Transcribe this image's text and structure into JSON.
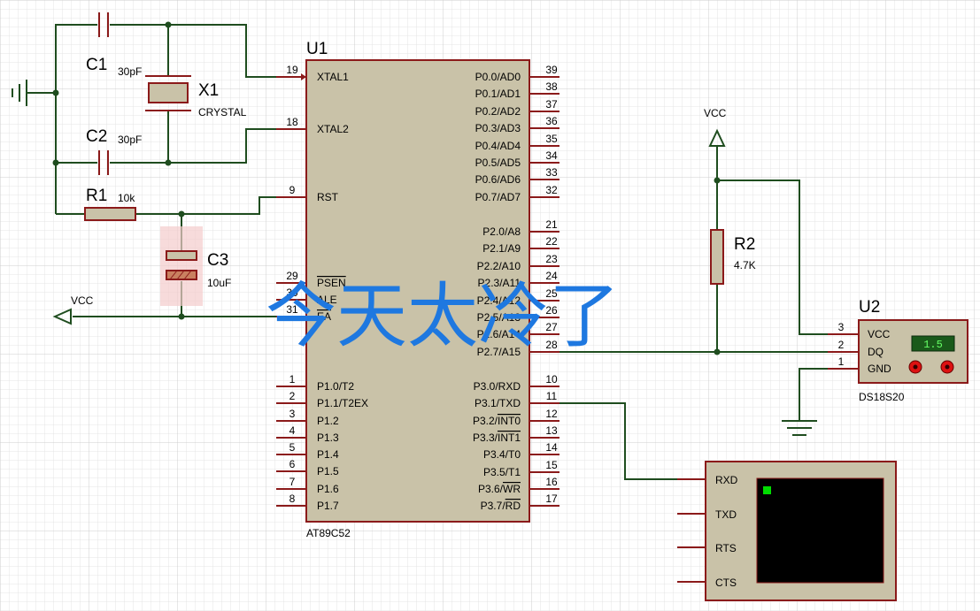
{
  "overlay_text": "今天太冷了",
  "mcu": {
    "ref": "U1",
    "part": "AT89C52",
    "left_pins": [
      {
        "num": "19",
        "name": "XTAL1"
      },
      {
        "num": "18",
        "name": "XTAL2"
      },
      {
        "num": "9",
        "name": "RST"
      },
      {
        "num": "29",
        "name": "PSEN"
      },
      {
        "num": "30",
        "name": "ALE"
      },
      {
        "num": "31",
        "name": "EA"
      },
      {
        "num": "1",
        "name": "P1.0/T2"
      },
      {
        "num": "2",
        "name": "P1.1/T2EX"
      },
      {
        "num": "3",
        "name": "P1.2"
      },
      {
        "num": "4",
        "name": "P1.3"
      },
      {
        "num": "5",
        "name": "P1.4"
      },
      {
        "num": "6",
        "name": "P1.5"
      },
      {
        "num": "7",
        "name": "P1.6"
      },
      {
        "num": "8",
        "name": "P1.7"
      }
    ],
    "right_pins": [
      {
        "num": "39",
        "name": "P0.0/AD0"
      },
      {
        "num": "38",
        "name": "P0.1/AD1"
      },
      {
        "num": "37",
        "name": "P0.2/AD2"
      },
      {
        "num": "36",
        "name": "P0.3/AD3"
      },
      {
        "num": "35",
        "name": "P0.4/AD4"
      },
      {
        "num": "34",
        "name": "P0.5/AD5"
      },
      {
        "num": "33",
        "name": "P0.6/AD6"
      },
      {
        "num": "32",
        "name": "P0.7/AD7"
      },
      {
        "num": "21",
        "name": "P2.0/A8"
      },
      {
        "num": "22",
        "name": "P2.1/A9"
      },
      {
        "num": "23",
        "name": "P2.2/A10"
      },
      {
        "num": "24",
        "name": "P2.3/A11"
      },
      {
        "num": "25",
        "name": "P2.4/A12"
      },
      {
        "num": "26",
        "name": "P2.5/A13"
      },
      {
        "num": "27",
        "name": "P2.6/A14"
      },
      {
        "num": "28",
        "name": "P2.7/A15"
      },
      {
        "num": "10",
        "name": "P3.0/RXD"
      },
      {
        "num": "11",
        "name": "P3.1/TXD"
      },
      {
        "num": "12",
        "name": "P3.2/INT0"
      },
      {
        "num": "13",
        "name": "P3.3/INT1"
      },
      {
        "num": "14",
        "name": "P3.4/T0"
      },
      {
        "num": "15",
        "name": "P3.5/T1"
      },
      {
        "num": "16",
        "name": "P3.6/WR"
      },
      {
        "num": "17",
        "name": "P3.7/RD"
      }
    ]
  },
  "components": {
    "c1": {
      "ref": "C1",
      "value": "30pF"
    },
    "c2": {
      "ref": "C2",
      "value": "30pF"
    },
    "c3": {
      "ref": "C3",
      "value": "10uF"
    },
    "x1": {
      "ref": "X1",
      "value": "CRYSTAL"
    },
    "r1": {
      "ref": "R1",
      "value": "10k"
    },
    "r2": {
      "ref": "R2",
      "value": "4.7K"
    },
    "vcc_left": "VCC",
    "vcc_right": "VCC"
  },
  "sensor": {
    "ref": "U2",
    "part": "DS18S20",
    "display": "1.5",
    "pins": [
      {
        "num": "3",
        "name": "VCC"
      },
      {
        "num": "2",
        "name": "DQ"
      },
      {
        "num": "1",
        "name": "GND"
      }
    ]
  },
  "terminal": {
    "pins": [
      "RXD",
      "TXD",
      "RTS",
      "CTS"
    ]
  },
  "colors": {
    "wire": "#1f4d1f",
    "lead": "#8b1a1a",
    "body": "#c9c2a8",
    "overlay": "#1e78e0",
    "lcd_bg": "#1a5a1a",
    "lcd_fg": "#66ff66",
    "cursor": "#00dd00"
  }
}
